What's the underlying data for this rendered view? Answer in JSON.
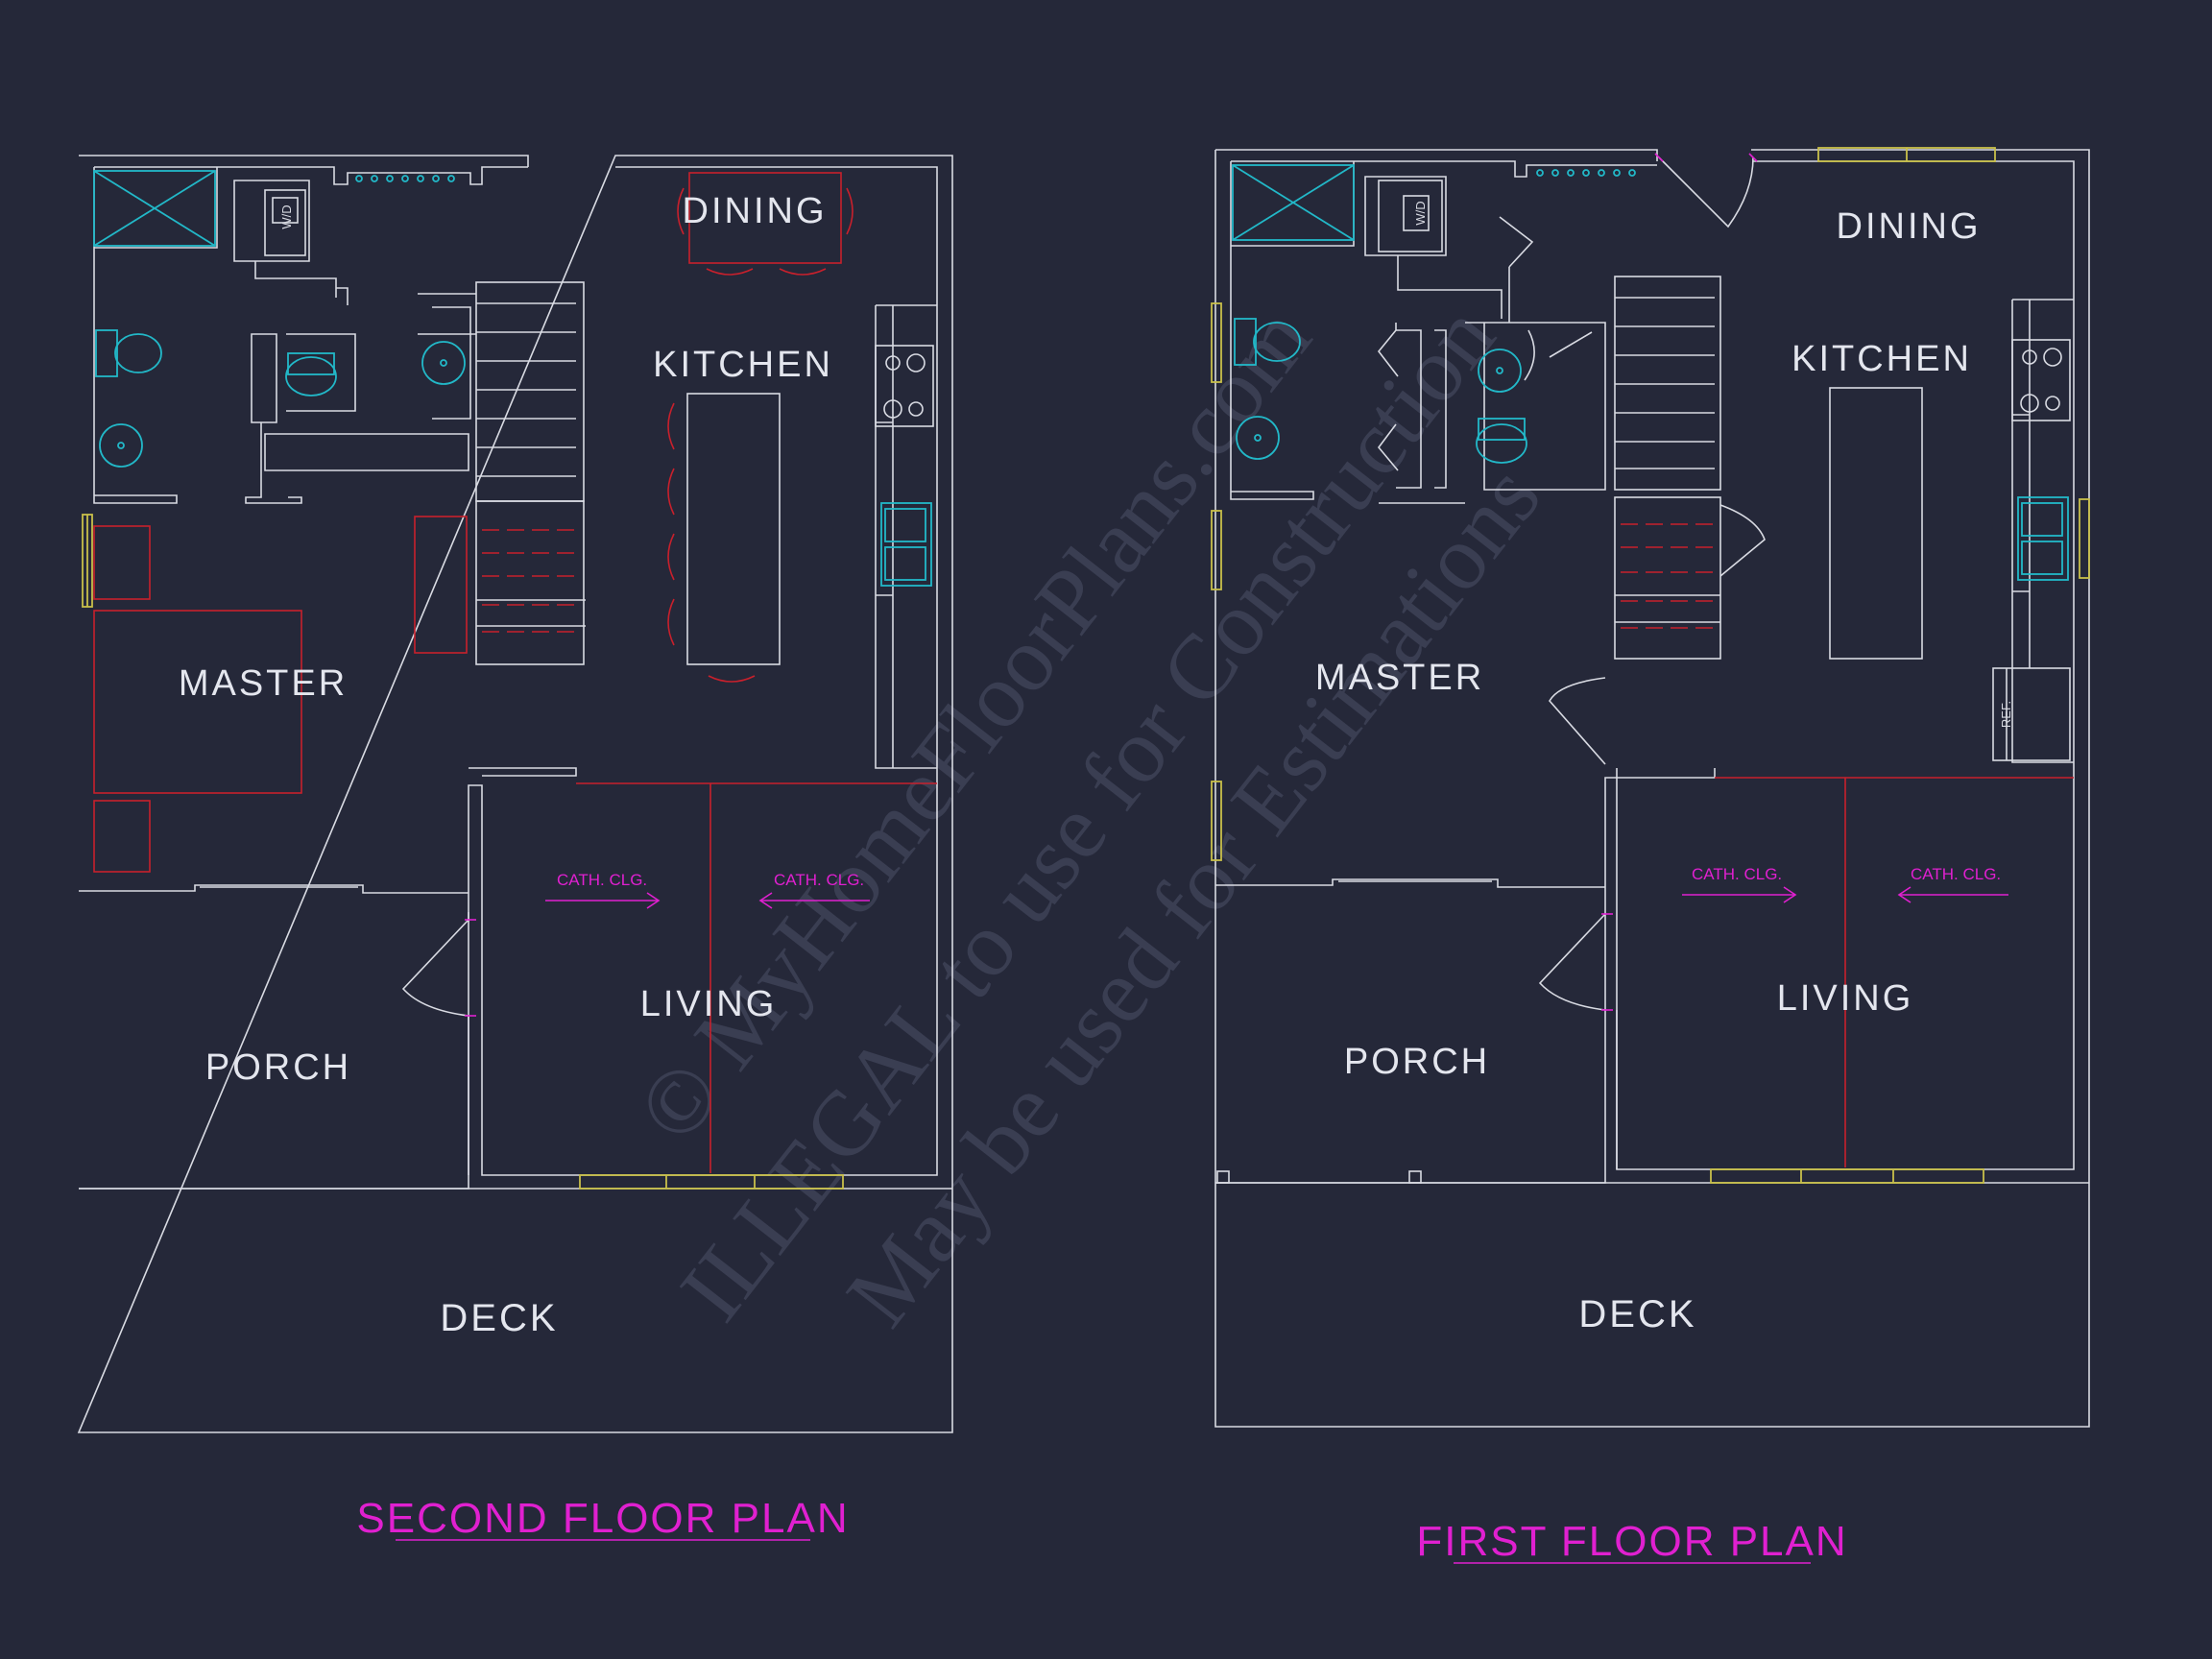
{
  "watermark": {
    "line1": "© MyHomeFloorPlans.com",
    "line2": "ILLEGAL to use for Construction",
    "line3": "May be used for Estimations"
  },
  "second_floor": {
    "title": "SECOND FLOOR PLAN",
    "rooms": {
      "dining": "DINING",
      "kitchen": "KITCHEN",
      "master": "MASTER",
      "living": "LIVING",
      "porch": "PORCH",
      "deck": "DECK"
    },
    "washer_dryer": "W/D",
    "ceiling_left": "CATH. CLG.",
    "ceiling_right": "CATH. CLG."
  },
  "first_floor": {
    "title": "FIRST FLOOR PLAN",
    "rooms": {
      "dining": "DINING",
      "kitchen": "KITCHEN",
      "master": "MASTER",
      "living": "LIVING",
      "porch": "PORCH",
      "deck": "DECK"
    },
    "washer_dryer": "W/D",
    "refrigerator": "REF.",
    "ceiling_left": "CATH. CLG.",
    "ceiling_right": "CATH. CLG."
  },
  "colors": {
    "background": "#252839",
    "wall": "#d9dbe3",
    "furniture": "#c8202c",
    "fixture": "#22b8c8",
    "annotation": "#e020d0",
    "window": "#c9c04a"
  }
}
